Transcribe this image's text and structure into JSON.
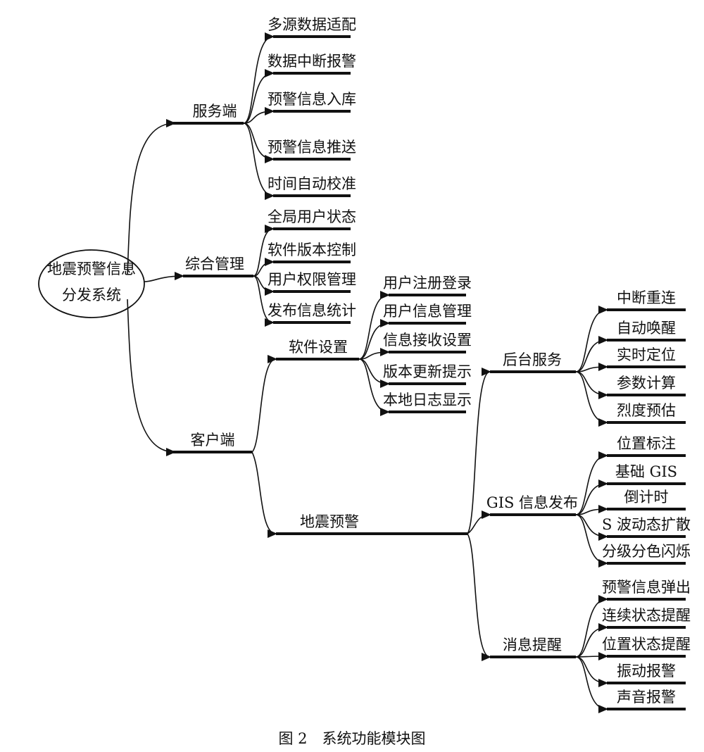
{
  "root": {
    "label_line1": "地震预警信息",
    "label_line2": "分发系统"
  },
  "caption": "图 2　系统功能模块图",
  "branches": {
    "server": {
      "label": "服务端",
      "items": [
        "多源数据适配",
        "数据中断报警",
        "预警信息入库",
        "预警信息推送",
        "时间自动校准"
      ]
    },
    "management": {
      "label": "综合管理",
      "items": [
        "全局用户状态",
        "软件版本控制",
        "用户权限管理",
        "发布信息统计"
      ]
    },
    "client": {
      "label": "客户端",
      "software_settings": {
        "label": "软件设置",
        "items": [
          "用户注册登录",
          "用户信息管理",
          "信息接收设置",
          "版本更新提示",
          "本地日志显示"
        ]
      },
      "earthquake_warning": {
        "label": "地震预警",
        "backend_service": {
          "label": "后台服务",
          "items": [
            "中断重连",
            "自动唤醒",
            "实时定位",
            "参数计算",
            "烈度预估"
          ]
        },
        "gis_publish": {
          "label": "GIS 信息发布",
          "items": [
            "位置标注",
            "基础 GIS",
            "倒计时",
            "S 波动态扩散",
            "分级分色闪烁"
          ]
        },
        "message_alert": {
          "label": "消息提醒",
          "items": [
            "预警信息弹出",
            "连续状态提醒",
            "位置状态提醒",
            "振动报警",
            "声音报警"
          ]
        }
      }
    }
  }
}
